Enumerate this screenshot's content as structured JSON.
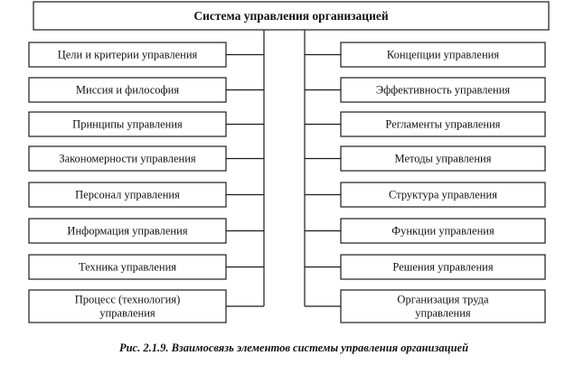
{
  "root": {
    "label": "Система управления организацией"
  },
  "left_boxes": [
    {
      "lines": [
        "Цели и критерии управления"
      ]
    },
    {
      "lines": [
        "Миссия и философия"
      ]
    },
    {
      "lines": [
        "Принципы управления"
      ]
    },
    {
      "lines": [
        "Закономерности управления"
      ]
    },
    {
      "lines": [
        "Персонал управления"
      ]
    },
    {
      "lines": [
        "Информация управления"
      ]
    },
    {
      "lines": [
        "Техника управления"
      ]
    },
    {
      "lines": [
        "Процесс (технология)",
        "управления"
      ]
    }
  ],
  "right_boxes": [
    {
      "lines": [
        "Концепции управления"
      ]
    },
    {
      "lines": [
        "Эффективность управления"
      ]
    },
    {
      "lines": [
        "Регламенты управления"
      ]
    },
    {
      "lines": [
        "Методы управления"
      ]
    },
    {
      "lines": [
        "Структура управления"
      ]
    },
    {
      "lines": [
        "Функции управления"
      ]
    },
    {
      "lines": [
        "Решения управления"
      ]
    },
    {
      "lines": [
        "Организация труда",
        "управления"
      ]
    }
  ],
  "caption": "Рис. 2.1.9. Взаимосвязь элементов системы управления организацией"
}
